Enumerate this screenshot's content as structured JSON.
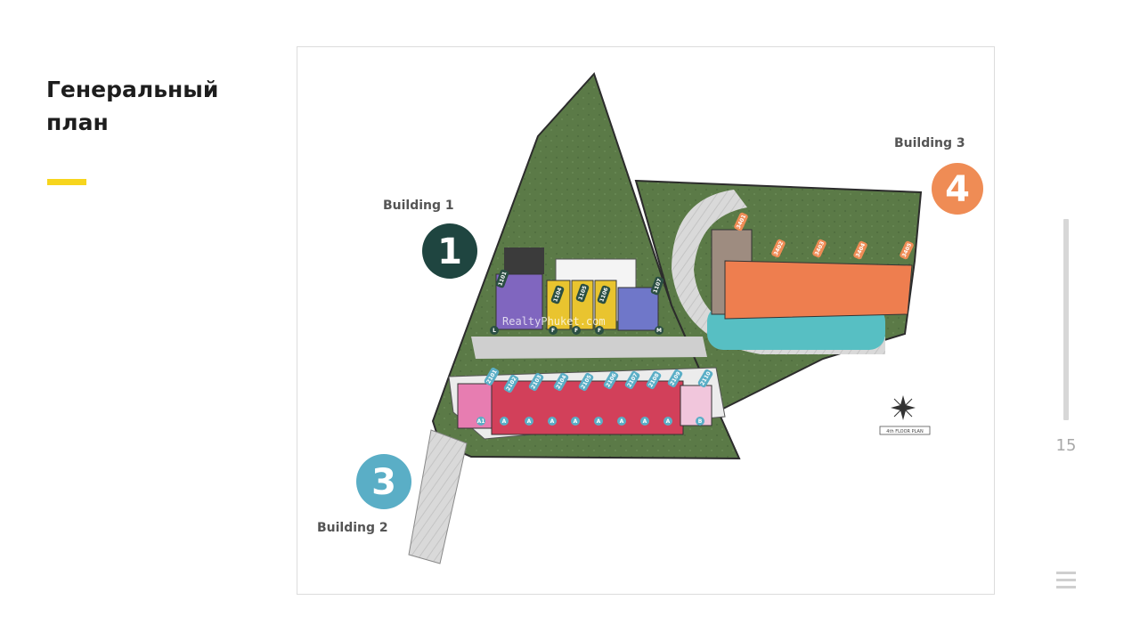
{
  "page": {
    "title": "Генеральный план",
    "page_number": "15"
  },
  "plan": {
    "watermark": "RealtyPhuket.com",
    "floor_plan_label": "4th FLOOR PLAN",
    "buildings": [
      {
        "label": "Building 1",
        "number": "1",
        "color": "#1f4540"
      },
      {
        "label": "Building 2",
        "number": "3",
        "color": "#5aaec6"
      },
      {
        "label": "Building 3",
        "number": "4",
        "color": "#ef8c55"
      }
    ],
    "building1_units": [
      "1101",
      "1104",
      "1105",
      "1106",
      "1107"
    ],
    "building1_markers": [
      "L",
      "F",
      "F",
      "F",
      "M"
    ],
    "building2_units": [
      "2101",
      "2102",
      "2103",
      "2104",
      "2105",
      "2106",
      "2107",
      "2108",
      "2109",
      "2110"
    ],
    "building2_markers": [
      "A1",
      "A",
      "A",
      "A",
      "A",
      "A",
      "A",
      "A",
      "A",
      "B"
    ],
    "building3_units": [
      "3401",
      "3402",
      "3403",
      "3404",
      "3405"
    ]
  },
  "icons": {
    "compass": "compass-rose-icon",
    "menu": "hamburger-menu-icon"
  },
  "colors": {
    "accent": "#f7d51d",
    "grass": "#5b7a47",
    "building1_purple": "#8066bf",
    "building1_yellow": "#e9c42f",
    "building1_blue": "#6f77c9",
    "building2_red": "#d2405a",
    "building2_pink": "#e77db1",
    "building3_orange": "#ee7e4f",
    "pool": "#57bfc3"
  }
}
